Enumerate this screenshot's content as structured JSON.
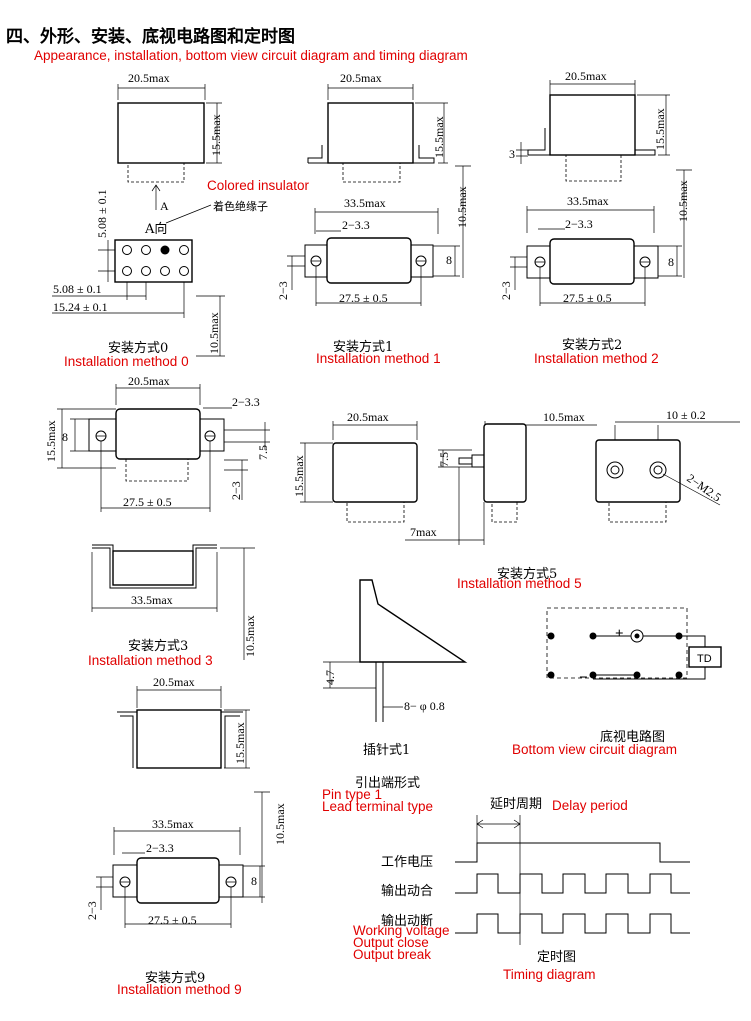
{
  "header": {
    "title_cn": "四、外形、安装、底视电路图和定时图",
    "title_en": "Appearance, installation, bottom view circuit diagram and timing diagram"
  },
  "method0": {
    "width": "20.5max",
    "height": "15.5max",
    "arrow_label": "A",
    "view_label": "A向",
    "insulator_cn": "着色绝缘子",
    "insulator_en": "Colored insulator",
    "pitch_v": "5.08 ± 0.1",
    "pitch_h": "5.08 ± 0.1",
    "span": "15.24 ± 0.1",
    "depth": "10.5max",
    "caption_cn": "安装方式0",
    "caption_en": "Installation method 0"
  },
  "method1": {
    "width": "20.5max",
    "height": "15.5max",
    "overall": "33.5max",
    "hole": "2−3.3",
    "depth": "10.5max",
    "tab": "8",
    "pitch": "27.5 ± 0.5",
    "tab_h": "2−3",
    "caption_cn": "安装方式1",
    "caption_en": "Installation method 1"
  },
  "method2": {
    "width": "20.5max",
    "height": "15.5max",
    "offset": "3",
    "overall": "33.5max",
    "hole": "2−3.3",
    "depth": "10.5max",
    "tab": "8",
    "pitch": "27.5 ± 0.5",
    "tab_h": "2−3",
    "caption_cn": "安装方式2",
    "caption_en": "Installation method 2"
  },
  "method_side": {
    "width": "20.5max",
    "height": "15.5max",
    "hole": "2−3.3",
    "tab": "8",
    "pin": "7.5",
    "pitch": "27.5 ± 0.5",
    "tab_h": "2−3"
  },
  "method5": {
    "width": "20.5max",
    "height": "15.5max",
    "depth": "10.5max",
    "stud_h": "7.5",
    "stud": "7max",
    "spacing": "10 ± 0.2",
    "thread": "2−M2.5",
    "caption_cn": "安装方式5",
    "caption_en": "Installation method 5"
  },
  "method3": {
    "overall": "33.5max",
    "depth": "10.5max",
    "caption_cn": "安装方式3",
    "caption_en": "Installation method 3"
  },
  "pin": {
    "length": "4.7",
    "dia": "8− φ 0.8",
    "caption_cn": "插针式1",
    "lead_cn": "引出端形式",
    "pin_en": "Pin type 1",
    "lead_en": "Lead terminal type"
  },
  "circuit": {
    "plus": "+",
    "minus": "−",
    "td": "TD",
    "caption_cn": "底视电路图",
    "caption_en": "Bottom view circuit diagram"
  },
  "method9": {
    "width": "20.5max",
    "height": "15.5max",
    "overall": "33.5max",
    "hole": "2−3.3",
    "depth": "10.5max",
    "tab": "8",
    "pitch": "27.5 ± 0.5",
    "tab_h": "2−3",
    "caption_cn": "安装方式9",
    "caption_en": "Installation method 9"
  },
  "timing": {
    "delay_cn": "延时周期",
    "delay_en": "Delay period",
    "rows_cn": [
      "工作电压",
      "输出动合",
      "输出动断"
    ],
    "rows_en": [
      "Working voltage",
      "Output close",
      "Output break"
    ],
    "caption_cn": "定时图",
    "caption_en": "Timing diagram"
  }
}
